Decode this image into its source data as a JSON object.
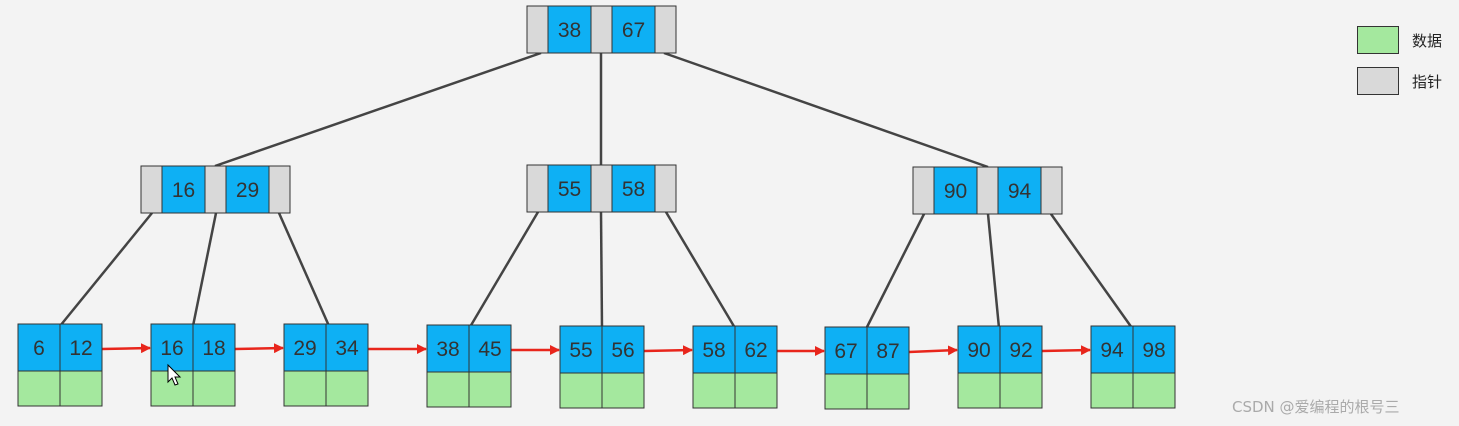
{
  "colors": {
    "key": "#0eb0f4",
    "pointer": "#d9d9d9",
    "data": "#a4e89e",
    "edge": "#444444",
    "leaf_link": "#e8251b",
    "background": "#f3f3f3"
  },
  "root": {
    "keys": [
      "38",
      "67"
    ]
  },
  "internal_nodes": [
    {
      "keys": [
        "16",
        "29"
      ]
    },
    {
      "keys": [
        "55",
        "58"
      ]
    },
    {
      "keys": [
        "90",
        "94"
      ]
    }
  ],
  "leaves": [
    {
      "keys": [
        "6",
        "12"
      ]
    },
    {
      "keys": [
        "16",
        "18"
      ]
    },
    {
      "keys": [
        "29",
        "34"
      ]
    },
    {
      "keys": [
        "38",
        "45"
      ]
    },
    {
      "keys": [
        "55",
        "56"
      ]
    },
    {
      "keys": [
        "58",
        "62"
      ]
    },
    {
      "keys": [
        "67",
        "87"
      ]
    },
    {
      "keys": [
        "90",
        "92"
      ]
    },
    {
      "keys": [
        "94",
        "98"
      ]
    }
  ],
  "legend": {
    "data_label": "数据",
    "pointer_label": "指针"
  },
  "watermark": "CSDN @爱编程的根号三"
}
